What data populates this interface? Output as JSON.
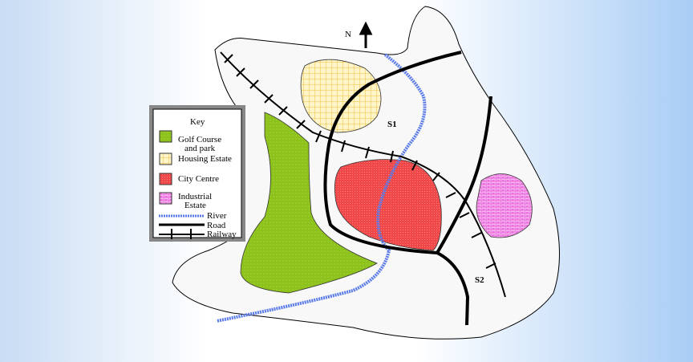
{
  "map": {
    "north_label": "N",
    "settlement_labels": [
      "S1",
      "S2"
    ],
    "colors": {
      "golf": "#8cc21b",
      "housing": "#f8e27a",
      "city": "#f04848",
      "industrial": "#f280e6",
      "river": "#5a7ae8",
      "land": "#f8f8f8"
    }
  },
  "key": {
    "title": "Key",
    "items": [
      {
        "label1": "Golf Course",
        "label2": "and park"
      },
      {
        "label1": "Housing Estate"
      },
      {
        "label1": "City Centre"
      },
      {
        "label1": "Industrial",
        "label2": "Estate"
      },
      {
        "label1": "River"
      },
      {
        "label1": "Road"
      },
      {
        "label1": "Railway"
      }
    ]
  }
}
